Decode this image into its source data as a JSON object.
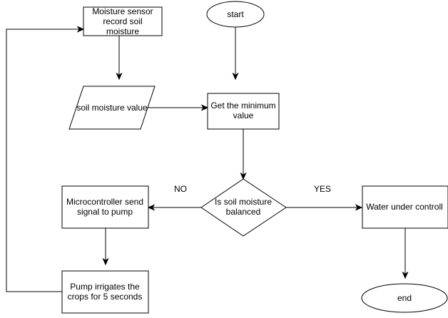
{
  "diagram": {
    "nodes": {
      "sensor": {
        "lines": [
          "Moisture sensor",
          "record soil",
          "moisture"
        ]
      },
      "start": {
        "lines": [
          "start"
        ]
      },
      "soil_value": {
        "lines": [
          "soil moisture value"
        ]
      },
      "get_min": {
        "lines": [
          "Get the minimum",
          "value"
        ]
      },
      "balanced": {
        "lines": [
          "Is soil moisture",
          "balanced"
        ]
      },
      "micro": {
        "lines": [
          "Microcontroller send",
          "signal to pump"
        ]
      },
      "water": {
        "lines": [
          "Water under controll"
        ]
      },
      "pump": {
        "lines": [
          "Pump irrigates the",
          "crops for 5 seconds"
        ]
      },
      "end": {
        "lines": [
          "end"
        ]
      }
    },
    "edge_labels": {
      "no": "NO",
      "yes": "YES"
    }
  }
}
